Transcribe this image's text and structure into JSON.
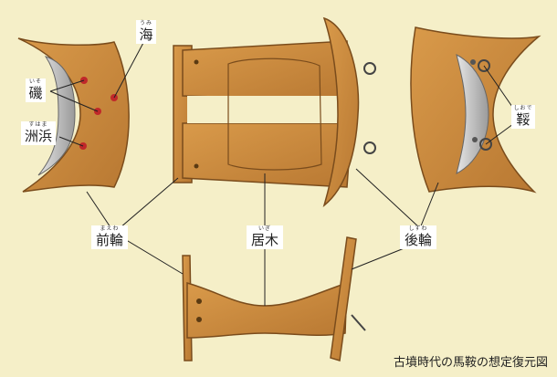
{
  "caption": "古墳時代の馬鞍の想定復元図",
  "labels": {
    "umi": {
      "text": "海",
      "ruby": "うみ"
    },
    "iso": {
      "text": "磯",
      "ruby": "いそ"
    },
    "suhama": {
      "text": "洲浜",
      "ruby": "すはま"
    },
    "maewa": {
      "text": "前輪",
      "ruby": "まえわ"
    },
    "igi": {
      "text": "居木",
      "ruby": "いぎ"
    },
    "shizuwa": {
      "text": "後輪",
      "ruby": "しずわ"
    },
    "shiode": {
      "text": "鞖",
      "ruby": "しおで"
    }
  },
  "colors": {
    "background": "#f5efc8",
    "wood": "#c8893e",
    "wood_dark": "#8a5a22",
    "metal": "#b8b8b8",
    "dot": "#c0282a"
  }
}
